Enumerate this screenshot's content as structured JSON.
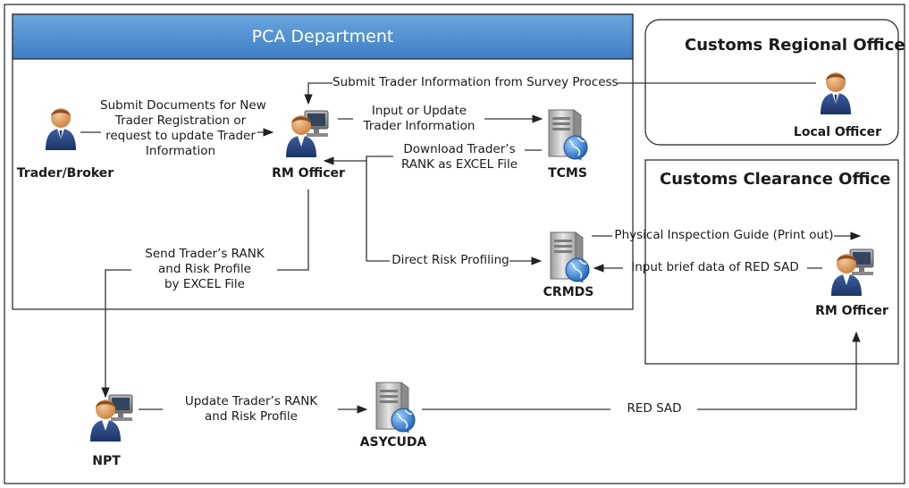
{
  "regions": {
    "pca": "PCA Department",
    "regional": "Customs Regional Office",
    "clearance": "Customs Clearance Office"
  },
  "nodes": {
    "trader": "Trader/Broker",
    "rm_officer_pca": "RM Officer",
    "tcms": "TCMS",
    "crmds": "CRMDS",
    "local_officer": "Local Officer",
    "rm_officer_clearance": "RM Officer",
    "npt": "NPT",
    "asycuda": "ASYCUDA"
  },
  "flows": {
    "submit_documents": [
      "Submit Documents for New",
      "Trader Registration or",
      "request to update Trader",
      "Information"
    ],
    "survey_process": "Submit Trader Information from Survey Process",
    "input_update": [
      "Input or Update",
      "Trader Information"
    ],
    "download_rank": [
      "Download Trader’s",
      "RANK as EXCEL File"
    ],
    "direct_risk": "Direct Risk Profiling",
    "send_rank": [
      "Send Trader’s RANK",
      "and Risk Profile",
      "by EXCEL File"
    ],
    "inspection_guide": "Physical Inspection Guide (Print out)",
    "input_red_sad": "Input brief data of RED SAD",
    "update_rank": [
      "Update Trader’s RANK",
      "and Risk Profile"
    ],
    "red_sad": "RED SAD"
  },
  "colors": {
    "header_blue": "#4f8fd0",
    "header_border": "#2f6aa8",
    "line": "#333333",
    "person_head": "#e8a76a",
    "person_body": "#2a4a86",
    "server_body": "#c8c8c8",
    "globe": "#2f7fd6"
  }
}
